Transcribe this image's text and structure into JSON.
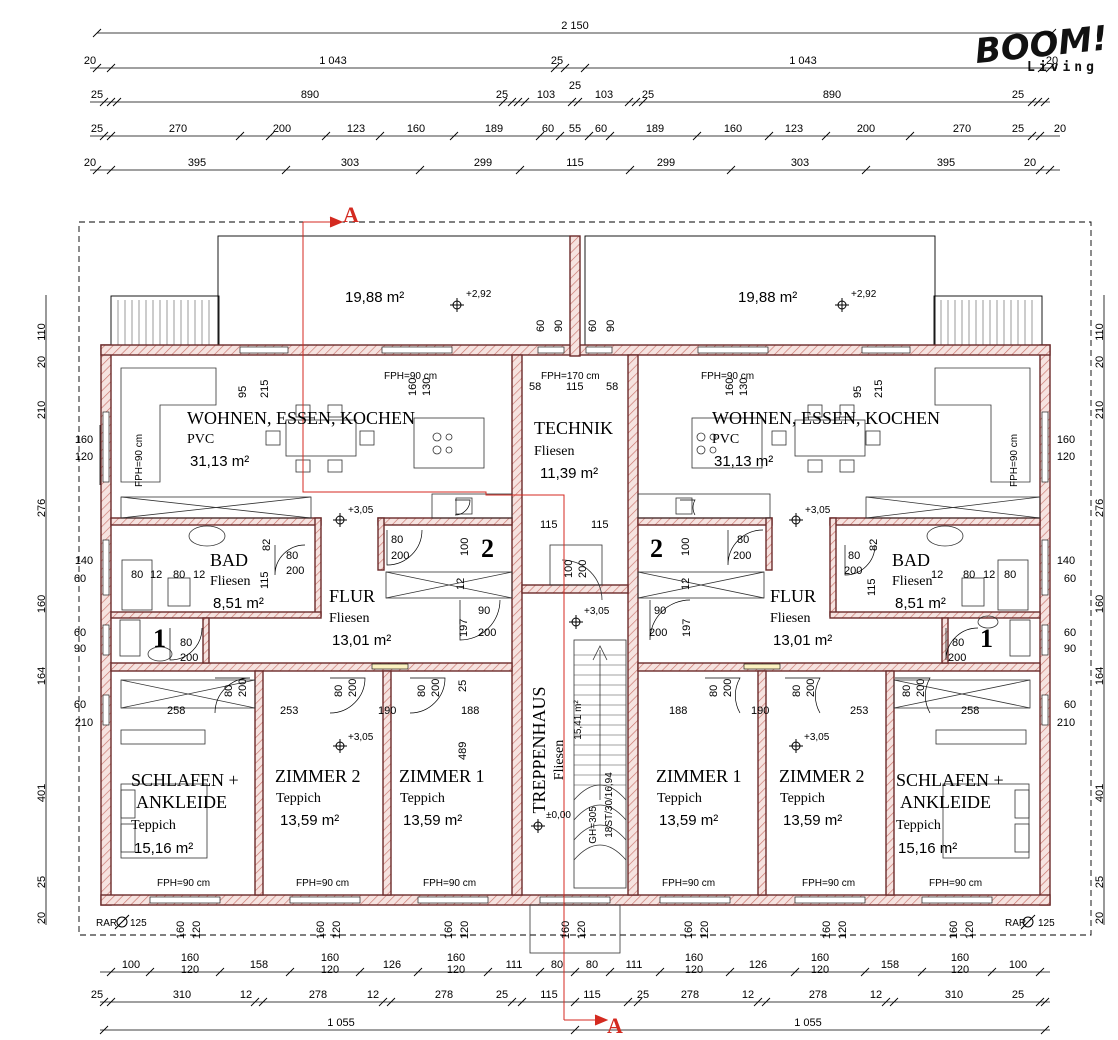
{
  "logo": {
    "main": "BOOM!",
    "sub": "Living"
  },
  "section_label": "A",
  "dim_rows": {
    "row1": [
      "2 150"
    ],
    "row2": [
      "20",
      "1 043",
      "25",
      "1 043",
      "20"
    ],
    "row3": [
      "25",
      "890",
      "25",
      "103",
      "25",
      "103",
      "25",
      "890",
      "25"
    ],
    "row4": [
      "25",
      "270",
      "200",
      "123",
      "160",
      "189",
      "60",
      "55",
      "60",
      "189",
      "160",
      "123",
      "200",
      "270",
      "25",
      "20"
    ],
    "row5": [
      "20",
      "395",
      "303",
      "299",
      "115",
      "299",
      "303",
      "395",
      "20"
    ],
    "bottom1": [
      "100",
      "158",
      "126",
      "111",
      "80",
      "80",
      "111",
      "126",
      "158",
      "100"
    ],
    "bottom2": [
      "25",
      "310",
      "12",
      "278",
      "12",
      "278",
      "25",
      "115",
      "115",
      "25",
      "278",
      "12",
      "278",
      "12",
      "310",
      "25"
    ],
    "bottom3": [
      "1 055",
      "1 055"
    ],
    "window_pair_top": "160",
    "window_pair_bottom": "120"
  },
  "side_dims": {
    "left": [
      "110",
      "20",
      "210",
      "276",
      "140",
      "160",
      "60",
      "164",
      "60",
      "401",
      "25",
      "20"
    ],
    "left_windows": [
      "160",
      "120",
      "60",
      "90",
      "60",
      "210"
    ],
    "right": [
      "110",
      "20",
      "210",
      "276",
      "140",
      "160",
      "60",
      "164",
      "60",
      "401",
      "25",
      "20"
    ]
  },
  "terraces": [
    {
      "area": "19,88 m²",
      "level": "+2,92"
    },
    {
      "area": "19,88 m²",
      "level": "+2,92"
    }
  ],
  "rooms": {
    "wohnen_l": {
      "name": "WOHNEN, ESSEN, KOCHEN",
      "floor": "PVC",
      "area": "31,13 m²"
    },
    "wohnen_r": {
      "name": "WOHNEN, ESSEN, KOCHEN",
      "floor": "PVC",
      "area": "31,13 m²"
    },
    "technik": {
      "name": "TECHNIK",
      "floor": "Fliesen",
      "area": "11,39 m²"
    },
    "bad_l": {
      "name": "BAD",
      "floor": "Fliesen",
      "area": "8,51 m²"
    },
    "bad_r": {
      "name": "BAD",
      "floor": "Fliesen",
      "area": "8,51 m²"
    },
    "flur_l": {
      "name": "FLUR",
      "floor": "Fliesen",
      "area": "13,01 m²"
    },
    "flur_r": {
      "name": "FLUR",
      "floor": "Fliesen",
      "area": "13,01 m²"
    },
    "schlafen_l": {
      "name1": "SCHLAFEN +",
      "name2": "ANKLEIDE",
      "floor": "Teppich",
      "area": "15,16 m²"
    },
    "schlafen_r": {
      "name1": "SCHLAFEN +",
      "name2": "ANKLEIDE",
      "floor": "Teppich",
      "area": "15,16 m²"
    },
    "zimmer2_l": {
      "name": "ZIMMER 2",
      "floor": "Teppich",
      "area": "13,59 m²"
    },
    "zimmer1_l": {
      "name": "ZIMMER 1",
      "floor": "Teppich",
      "area": "13,59 m²"
    },
    "zimmer1_r": {
      "name": "ZIMMER 1",
      "floor": "Teppich",
      "area": "13,59 m²"
    },
    "zimmer2_r": {
      "name": "ZIMMER 2",
      "floor": "Teppich",
      "area": "13,59 m²"
    },
    "treppenhaus": {
      "name": "TREPPENHAUS",
      "floor": "Fliesen",
      "area": "15,41 m²"
    }
  },
  "levels": {
    "floor": "+3,05",
    "stair_base": "±0,00"
  },
  "labels": {
    "fph90": "FPH=90 cm",
    "fph170": "FPH=170 cm",
    "gh": "GH=305",
    "stairs": "18ST/30/16,94",
    "rar": "RAR",
    "rar_dia": "125",
    "unit1": "1",
    "unit2": "2",
    "door80": "80",
    "door200": "200",
    "door90": "90",
    "door100": "100",
    "d95": "95",
    "d215": "215",
    "d60": "60",
    "d90": "90",
    "d58": "58",
    "d115": "115",
    "d82": "82",
    "d12": "12",
    "d197": "197",
    "d489": "489",
    "d25": "25",
    "d258": "258",
    "d253": "253",
    "d190": "190",
    "d188": "188",
    "d130": "130",
    "d160": "160",
    "d120": "120"
  }
}
